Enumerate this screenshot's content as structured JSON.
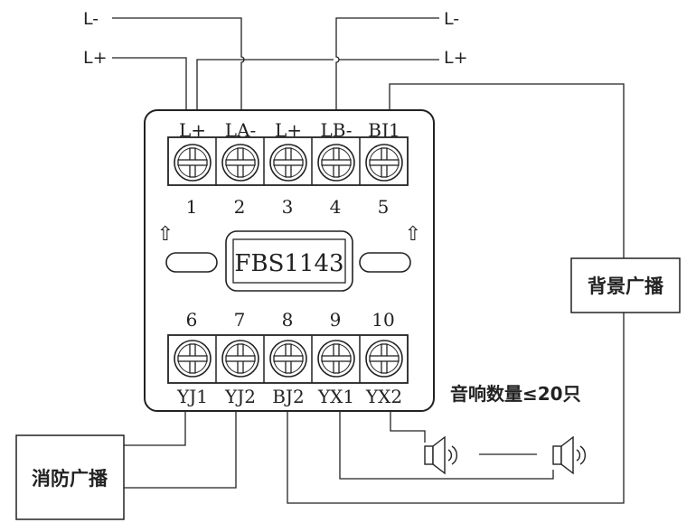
{
  "supply_lines": {
    "left_top": "L-",
    "left_bottom": "L+",
    "right_top": "L-",
    "right_bottom": "L+"
  },
  "module": {
    "model": "FBS1143",
    "top_terminals": [
      {
        "label": "L+",
        "number": "1"
      },
      {
        "label": "LA-",
        "number": "2"
      },
      {
        "label": "L+",
        "number": "3"
      },
      {
        "label": "LB-",
        "number": "4"
      },
      {
        "label": "BJ1",
        "number": "5"
      }
    ],
    "bottom_terminals": [
      {
        "label": "YJ1",
        "number": "6"
      },
      {
        "label": "YJ2",
        "number": "7"
      },
      {
        "label": "BJ2",
        "number": "8"
      },
      {
        "label": "YX1",
        "number": "9"
      },
      {
        "label": "YX2",
        "number": "10"
      }
    ],
    "arrow_glyph": "⇧"
  },
  "external": {
    "background_broadcast": "背景广播",
    "fire_broadcast": "消防广播",
    "speaker_note": "音响数量≤20只"
  },
  "icons": [
    "screw-terminal-icon",
    "up-arrow-icon",
    "speaker-icon"
  ]
}
